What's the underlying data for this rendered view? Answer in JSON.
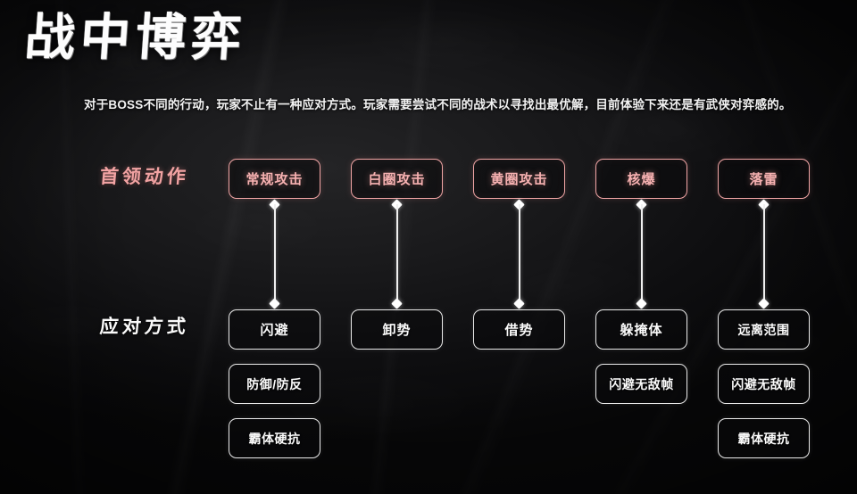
{
  "page": {
    "title": "战中博弈",
    "subtitle": "对于BOSS不同的行动，玩家不止有一种应对方式。玩家需要尝试不同的战术以寻找出最优解，目前体验下来还是有武侠对弈感的。"
  },
  "colors": {
    "background": "#111112",
    "boss_accent": "#f2a3a3",
    "counter_accent": "#fafafa",
    "connector": "#f0f0f0"
  },
  "labels": {
    "boss_row": "首领动作",
    "counter_row": "应对方式"
  },
  "columns": [
    {
      "boss_action": "常规攻击",
      "counters": [
        "闪避",
        "防御/防反",
        "霸体硬抗"
      ]
    },
    {
      "boss_action": "白圈攻击",
      "counters": [
        "卸势"
      ]
    },
    {
      "boss_action": "黄圈攻击",
      "counters": [
        "借势"
      ]
    },
    {
      "boss_action": "核爆",
      "counters": [
        "躲掩体",
        "闪避无敌帧"
      ]
    },
    {
      "boss_action": "落雷",
      "counters": [
        "远离范围",
        "闪避无敌帧",
        "霸体硬抗"
      ]
    }
  ]
}
